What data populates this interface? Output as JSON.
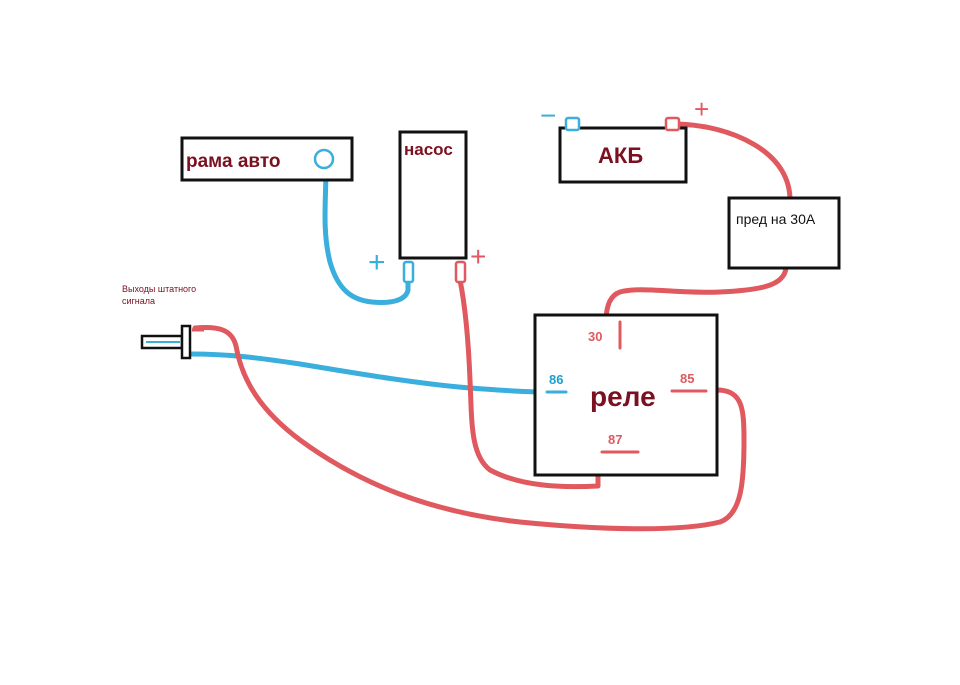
{
  "colors": {
    "positive": "#e0595f",
    "negative": "#3aaedc",
    "box_stroke": "#111111",
    "label": "#7a1020",
    "pin_number": "#1e9fd0"
  },
  "components": {
    "frame": {
      "label": "рама авто"
    },
    "pump": {
      "label": "насос"
    },
    "battery": {
      "label": "АКБ"
    },
    "fuse": {
      "label": "пред на 30А"
    },
    "relay": {
      "label": "реле"
    },
    "signal": {
      "label_line1": "Выходы штатного",
      "label_line2": "сигнала"
    }
  },
  "polarity": {
    "pump_minus": "+",
    "pump_plus": "+",
    "battery_minus": "−",
    "battery_plus": "+"
  },
  "relay_pins": {
    "p30": "30",
    "p86": "86",
    "p85": "85",
    "p87": "87"
  }
}
